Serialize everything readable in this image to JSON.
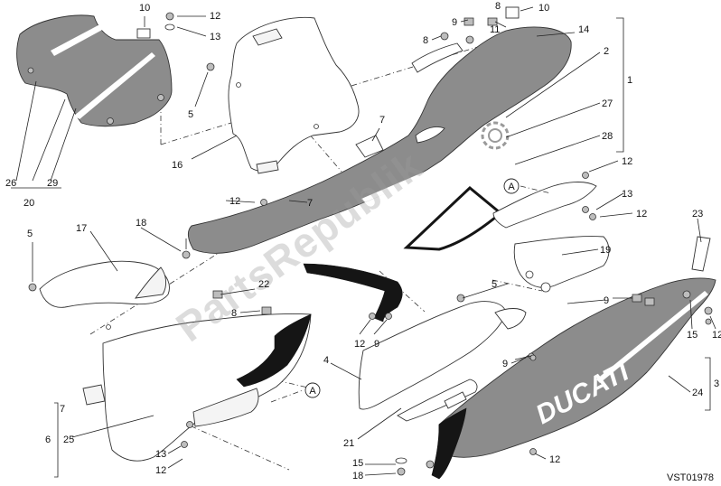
{
  "diagram": {
    "drawing_code": "VST01978",
    "watermark": "PartsRepublik",
    "decal_brand": "DUCATI",
    "section_marker": "A",
    "callouts": {
      "c1": "1",
      "c2": "2",
      "c3": "3",
      "c4": "4",
      "c5a": "5",
      "c5b": "5",
      "c5c": "5",
      "c6": "6",
      "c7a": "7",
      "c7b": "7",
      "c8a": "8",
      "c8b": "8",
      "c8c": "8",
      "c9a": "9",
      "c9b": "9",
      "c9c": "9",
      "c9d": "9",
      "c10a": "10",
      "c10b": "10",
      "c11": "11",
      "c12a": "12",
      "c12b": "12",
      "c12c": "12",
      "c12d": "12",
      "c12e": "12",
      "c12f": "12",
      "c12g": "12",
      "c12h": "12",
      "c13a": "13",
      "c13b": "13",
      "c13c": "13",
      "c14": "14",
      "c15a": "15",
      "c15b": "15",
      "c16": "16",
      "c17": "17",
      "c18a": "18",
      "c18b": "18",
      "c19": "19",
      "c20": "20",
      "c21": "21",
      "c22": "22",
      "c23": "23",
      "c24": "24",
      "c25": "25",
      "c26": "26",
      "c27": "27",
      "c28": "28",
      "c29": "29"
    }
  },
  "colors": {
    "part_gray": "#8c8c8c",
    "stripe": "#151515",
    "line": "#222222",
    "background": "#ffffff"
  }
}
